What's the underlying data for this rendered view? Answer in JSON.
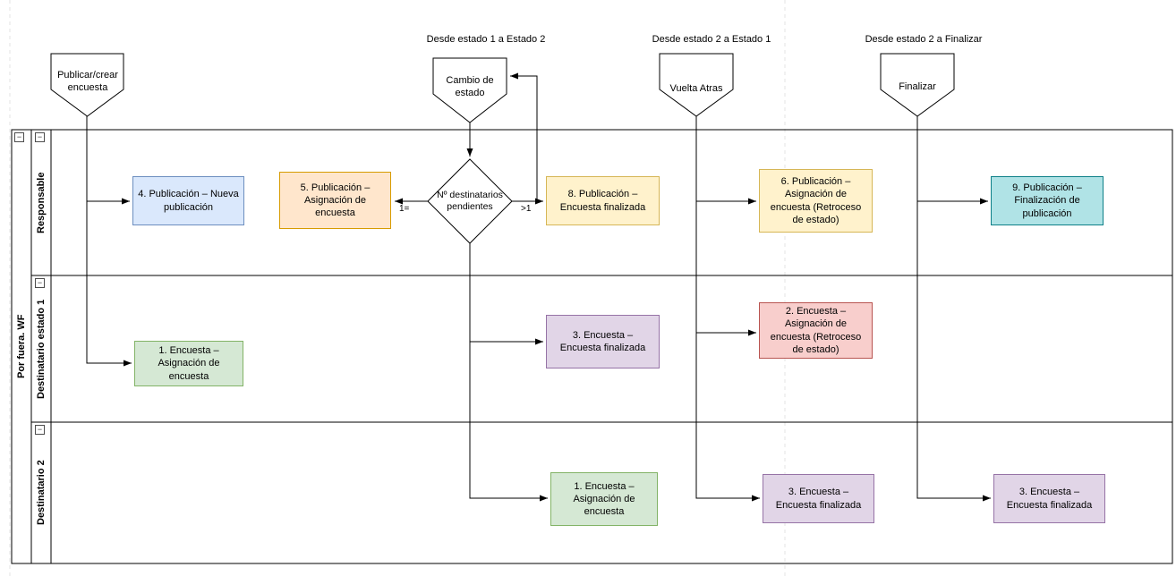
{
  "icons": {
    "collapse": "−"
  },
  "flow_headers": [
    {
      "label": "Desde estado 1 a Estado 2"
    },
    {
      "label": "Desde estado 2 a Estado 1"
    },
    {
      "label": "Desde estado 2 a Finalizar"
    }
  ],
  "pool": {
    "title": "Por fuera. WF",
    "lanes": [
      {
        "label": "Responsable"
      },
      {
        "label": "Destinatario estado 1"
      },
      {
        "label": "Destinatario 2"
      }
    ]
  },
  "triggers": [
    {
      "label": "Publicar/crear encuesta"
    },
    {
      "label": "Cambio de estado"
    },
    {
      "label": "Vuelta Atras"
    },
    {
      "label": "Finalizar"
    }
  ],
  "decision": {
    "label": "Nº destinatarios pendientes",
    "left_branch_label": "1=",
    "right_branch_label": ">1"
  },
  "tasks": [
    {
      "label": "4. Publicación – Nueva publicación",
      "fill": "#dae8fc",
      "stroke": "#6c8ebf"
    },
    {
      "label": "5. Publicación – Asignación de encuesta",
      "fill": "#ffe6cc",
      "stroke": "#d79b00"
    },
    {
      "label": "8. Publicación – Encuesta finalizada",
      "fill": "#fff2cc",
      "stroke": "#d6b656"
    },
    {
      "label": "6. Publicación – Asignación de encuesta (Retroceso de estado)",
      "fill": "#fff2cc",
      "stroke": "#d6b656"
    },
    {
      "label": "9. Publicación – Finalización de publicación",
      "fill": "#b0e3e6",
      "stroke": "#0e8088"
    },
    {
      "label": "1. Encuesta – Asignación de encuesta",
      "fill": "#d5e8d4",
      "stroke": "#82b366"
    },
    {
      "label": "3. Encuesta – Encuesta finalizada",
      "fill": "#e1d5e7",
      "stroke": "#9673a6"
    },
    {
      "label": "2. Encuesta – Asignación de encuesta (Retroceso de estado)",
      "fill": "#f8cecc",
      "stroke": "#b85450"
    },
    {
      "label": "1. Encuesta – Asignación de encuesta",
      "fill": "#d5e8d4",
      "stroke": "#82b366"
    },
    {
      "label": "3. Encuesta – Encuesta finalizada",
      "fill": "#e1d5e7",
      "stroke": "#9673a6"
    },
    {
      "label": "3. Encuesta – Encuesta finalizada",
      "fill": "#e1d5e7",
      "stroke": "#9673a6"
    }
  ]
}
